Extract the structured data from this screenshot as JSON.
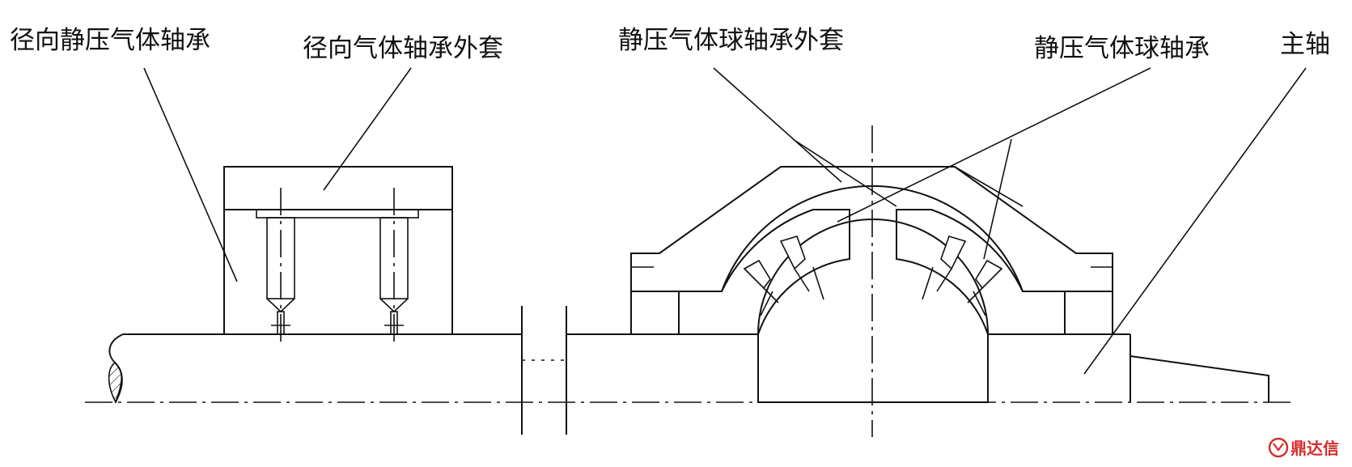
{
  "labels": {
    "radial_bearing": "径向静压气体轴承",
    "radial_sleeve": "径向气体轴承外套",
    "ball_sleeve": "静压气体球轴承外套",
    "ball_bearing": "静压气体球轴承",
    "spindle": "主轴"
  },
  "watermark": {
    "text": "鼎达信",
    "color": "#d42c2c"
  },
  "colors": {
    "line": "#111111",
    "background": "#ffffff"
  }
}
